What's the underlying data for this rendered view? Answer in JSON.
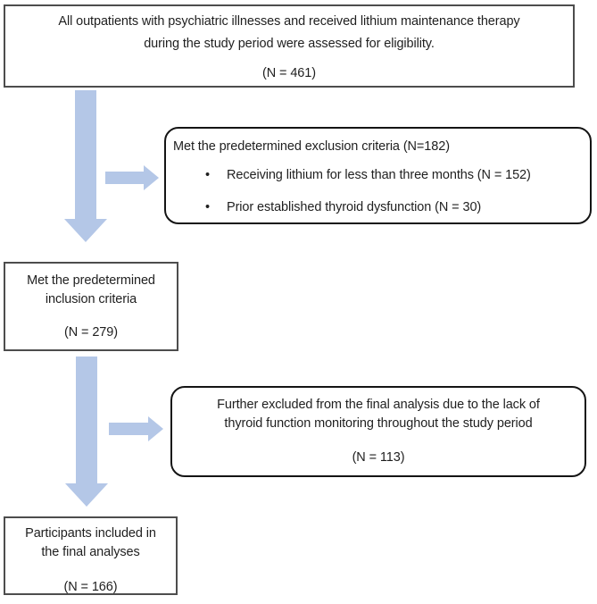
{
  "diagram": {
    "type": "participant-flow-diagram",
    "colors": {
      "arrow_fill": "#b4c7e7",
      "rect_border": "#4d4d4d",
      "rounded_border": "#141414",
      "text": "#1f1f1f",
      "background": "#ffffff"
    },
    "glyphs": {
      "bullet": "•"
    },
    "boxes": {
      "eligibility": {
        "line1": "All outpatients with psychiatric illnesses and received lithium maintenance therapy",
        "line2": "during the study period were assessed for eligibility.",
        "n": "(N = 461)"
      },
      "exclusion": {
        "header": "Met the predetermined exclusion criteria (N=182)",
        "bullets": [
          "Receiving lithium for less than three months (N = 152)",
          "Prior established thyroid dysfunction (N = 30)"
        ]
      },
      "inclusion": {
        "line1": "Met the predetermined",
        "line2": "inclusion criteria",
        "n": "(N = 279)"
      },
      "further_excluded": {
        "line1": "Further excluded from the final analysis due to the lack of",
        "line2": "thyroid function monitoring throughout the study period",
        "n": "(N = 113)"
      },
      "final": {
        "line1": "Participants included in",
        "line2": "the final analyses",
        "n": "(N = 166)"
      }
    }
  }
}
